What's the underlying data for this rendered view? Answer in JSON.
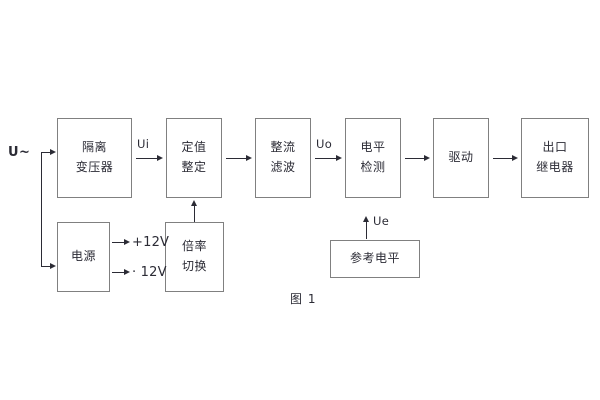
{
  "figure": {
    "caption": "图 1",
    "background_color": "#ffffff",
    "line_color": "#808080",
    "text_color": "#2b2b35"
  },
  "source": {
    "label": "U~"
  },
  "blocks": [
    {
      "id": "isolation-transformer",
      "lines": [
        "隔离",
        "变压器"
      ]
    },
    {
      "id": "setting-value",
      "lines": [
        "定值",
        "整定"
      ]
    },
    {
      "id": "rectifier-filter",
      "lines": [
        "整流",
        "滤波"
      ]
    },
    {
      "id": "level-detection",
      "lines": [
        "电平",
        "检测"
      ]
    },
    {
      "id": "driver",
      "lines": [
        "驱动"
      ]
    },
    {
      "id": "output-relay",
      "lines": [
        "出口",
        "继电器"
      ]
    },
    {
      "id": "power-supply",
      "lines": [
        "电源"
      ]
    },
    {
      "id": "multiplier-switch",
      "lines": [
        "倍率",
        "切换"
      ]
    },
    {
      "id": "reference-level",
      "lines": [
        "参考电平"
      ]
    }
  ],
  "signals": {
    "ui": "Ui",
    "uo": "Uo",
    "ue": "Ue"
  },
  "rails": {
    "positive": "+12V",
    "negative": "· 12V"
  }
}
